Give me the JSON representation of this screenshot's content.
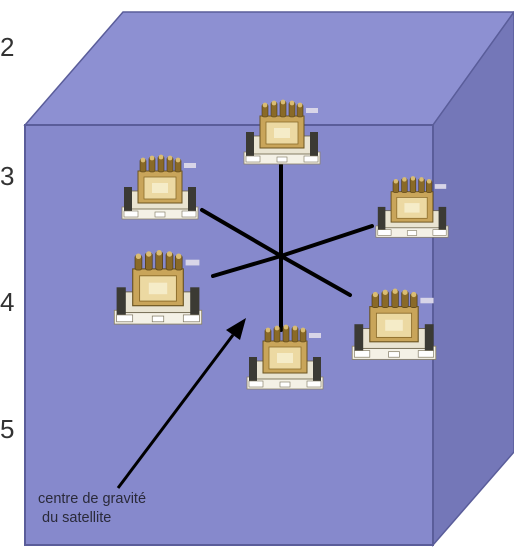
{
  "side_numbers": [
    "2",
    "3",
    "4",
    "5"
  ],
  "caption": {
    "line1": "centre de gravité",
    "line2": "du satellite"
  },
  "colors": {
    "cube_front": "#8689cc",
    "cube_top": "#8d90d2",
    "cube_side": "#7477b8",
    "cube_edge": "#5a5d9a",
    "arms": "#000000",
    "module_base": "#f2efe2",
    "module_gold": "#b08a3a"
  },
  "icons": {
    "module": "satellite-module-icon",
    "arrow": "arrow-icon"
  }
}
